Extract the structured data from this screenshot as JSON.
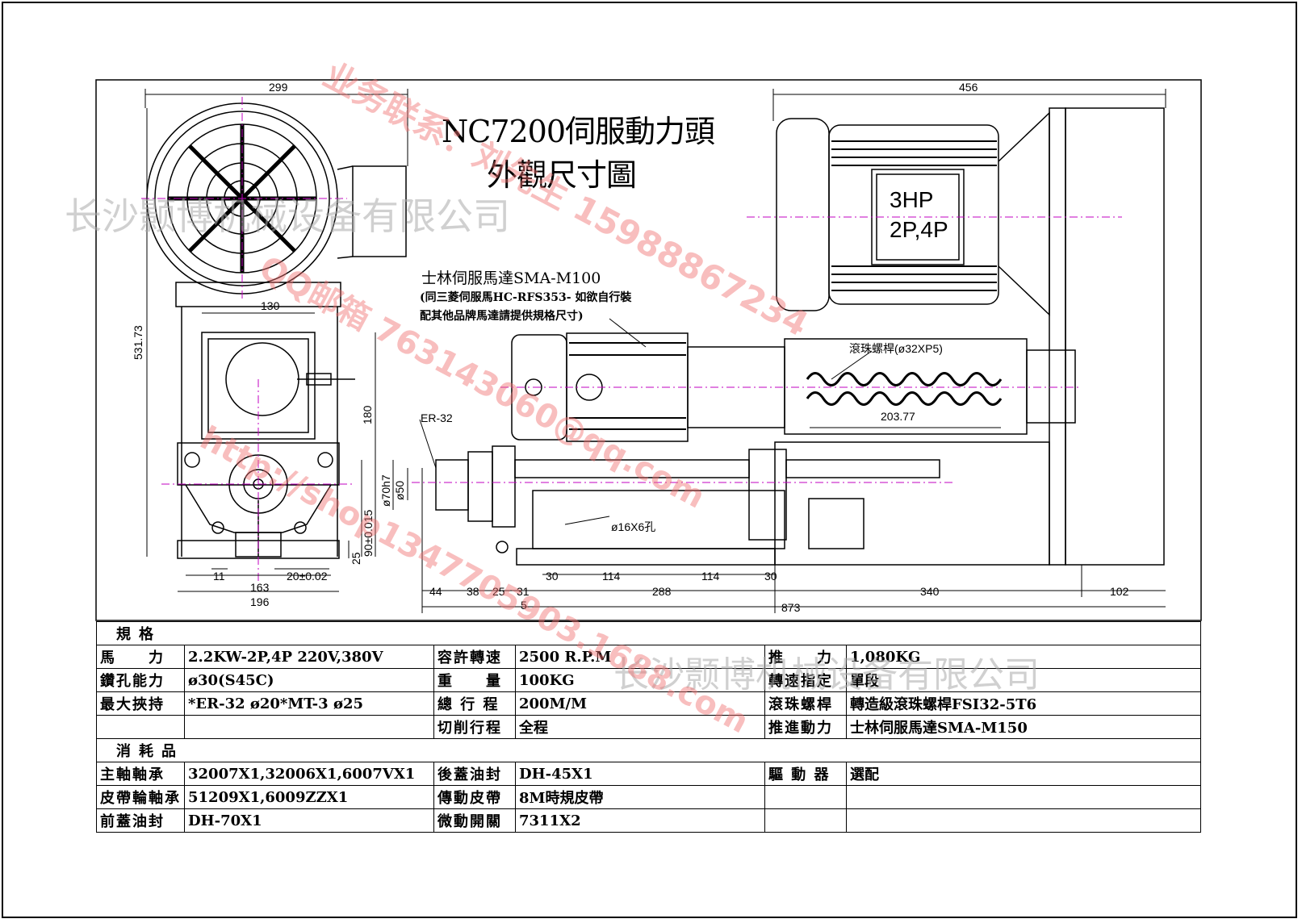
{
  "title": {
    "line1": "NC7200伺服動力頭",
    "line2": "外觀尺寸圖"
  },
  "notes": {
    "servo_motor": "士林伺服馬達SMA-M100",
    "servo_note1": "(同三菱伺服馬HC-RFS353- 如欲自行裝",
    "servo_note2": "配其他品牌馬達請提供規格尺寸)",
    "ball_screw": "滾珠螺桿(ø32XP5)",
    "collet": "ER-32",
    "holes": "ø16X6孔"
  },
  "motor_plate": {
    "line1": "3HP",
    "line2": "2P,4P"
  },
  "dimensions": {
    "d299": "299",
    "d456": "456",
    "d130": "130",
    "d531": "531.73",
    "d180": "180",
    "d90": "90±0.015",
    "d25v": "25",
    "d70": "ø70h7",
    "d50": "ø50",
    "d11": "11",
    "d20": "20±0.02",
    "d163": "163",
    "d196": "196",
    "d203": "203.77",
    "d30a": "30",
    "d114a": "114",
    "d114b": "114",
    "d30b": "30",
    "d44": "44",
    "d38": "38",
    "d25h": "25",
    "d31": "31",
    "d5": "5",
    "d288": "288",
    "d340": "340",
    "d102": "102",
    "d873": "873"
  },
  "watermarks": {
    "company": "长沙颢博机械设备有限公司",
    "contact": "业务联系：刘先生 15988867234",
    "email": "QQ邮箱 763143060@qq.com",
    "shop": "http://shop1347705903.1688.com"
  },
  "spec": {
    "section1": "規格",
    "section2": "消耗品",
    "rows": [
      [
        "馬　　力",
        "2.2KW-2P,4P 220V,380V",
        "容許轉速",
        "2500 R.P.M",
        "推　　力",
        "1,080KG"
      ],
      [
        "鑽孔能力",
        "ø30(S45C)",
        "重　　量",
        "100KG",
        "轉速指定",
        "單段"
      ],
      [
        "最大挾持",
        "*ER-32 ø20*MT-3 ø25",
        "總 行 程",
        "200M/M",
        "滾珠螺桿",
        "轉造級滾珠螺桿FSI32-5T6"
      ],
      [
        "",
        "",
        "切削行程",
        "全程",
        "推進動力",
        "士林伺服馬達SMA-M150"
      ]
    ],
    "consumables": [
      [
        "主軸軸承",
        "32007X1,32006X1,6007VX1",
        "後蓋油封",
        "DH-45X1",
        "驅 動 器",
        "選配"
      ],
      [
        "皮帶輪軸承",
        "51209X1,6009ZZX1",
        "傳動皮帶",
        "8M時規皮帶",
        "",
        ""
      ],
      [
        "前蓋油封",
        "DH-70X1",
        "微動開關",
        "7311X2",
        "",
        ""
      ]
    ]
  }
}
